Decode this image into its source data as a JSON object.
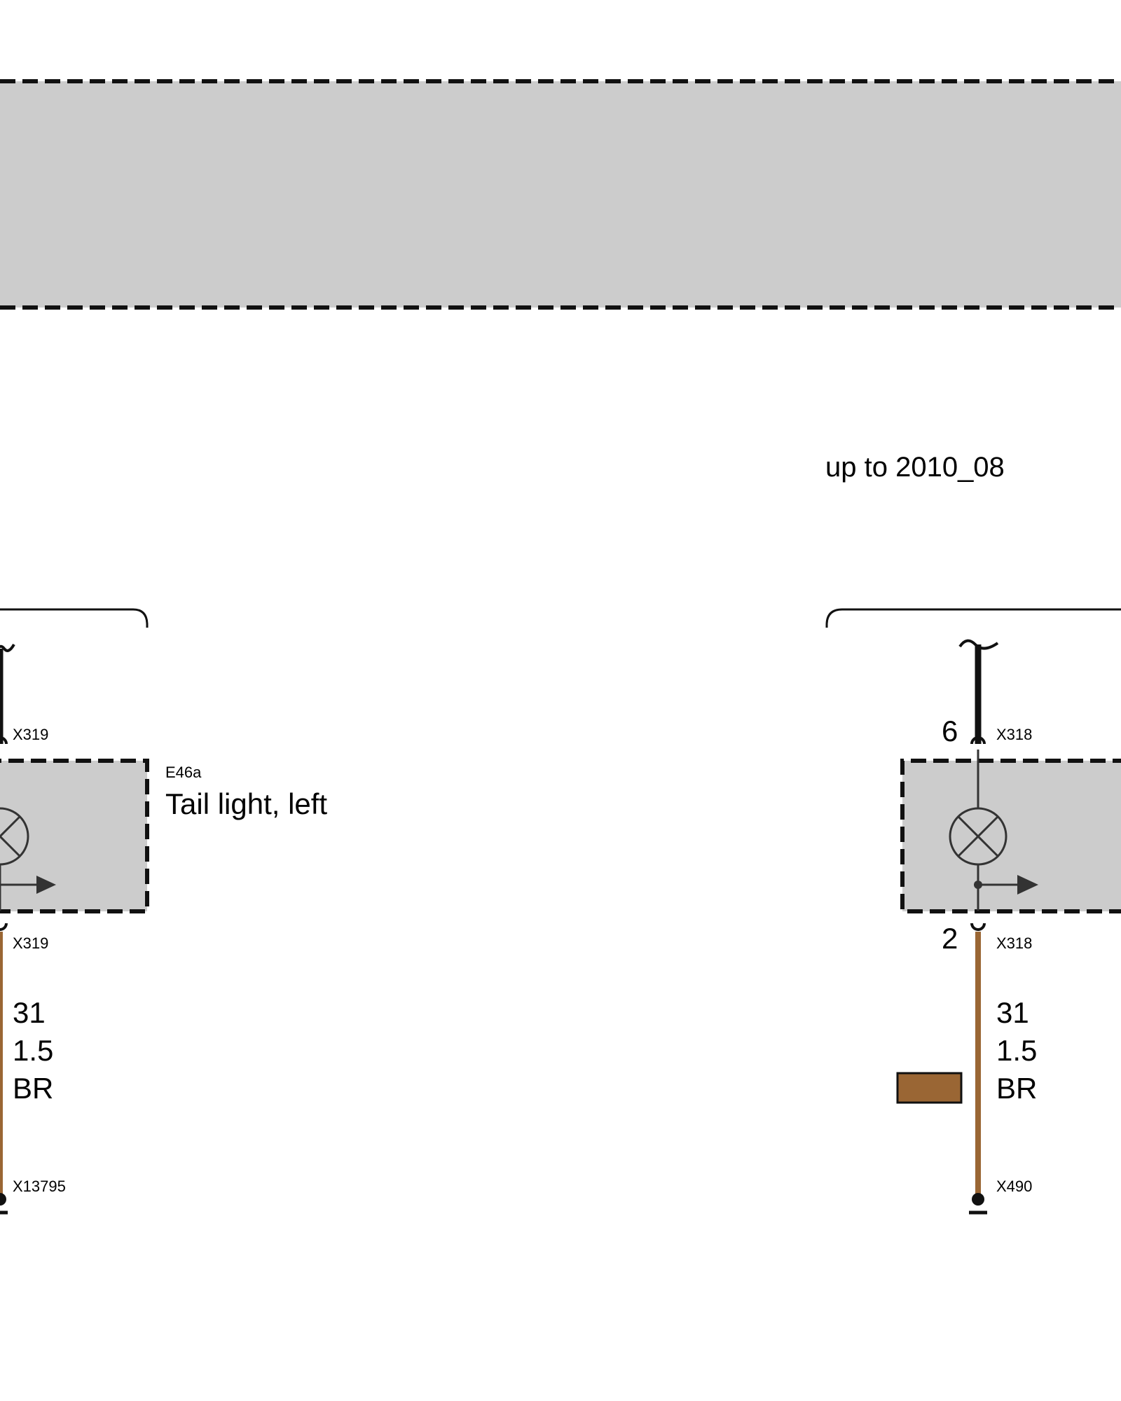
{
  "variant_note": "up to 2010_08",
  "left_unit": {
    "component_id": "E46a",
    "component_name": "Tail light, left",
    "top_connector": "X319",
    "bottom_connector": "X319",
    "ground_connector": "X13795",
    "wire": {
      "circuit": "31",
      "cross_section": "1.5",
      "color_code": "BR"
    }
  },
  "right_unit": {
    "top_pin": "6",
    "bottom_pin": "2",
    "top_connector": "X318",
    "bottom_connector": "X318",
    "ground_connector": "X490",
    "wire": {
      "circuit": "31",
      "cross_section": "1.5",
      "color_code": "BR"
    }
  },
  "colors": {
    "housing_fill": "#cccccc",
    "dash_stroke": "#111111",
    "wire_brown": "#9a6634",
    "wire_black": "#111111",
    "symbol_gray": "#333333"
  }
}
